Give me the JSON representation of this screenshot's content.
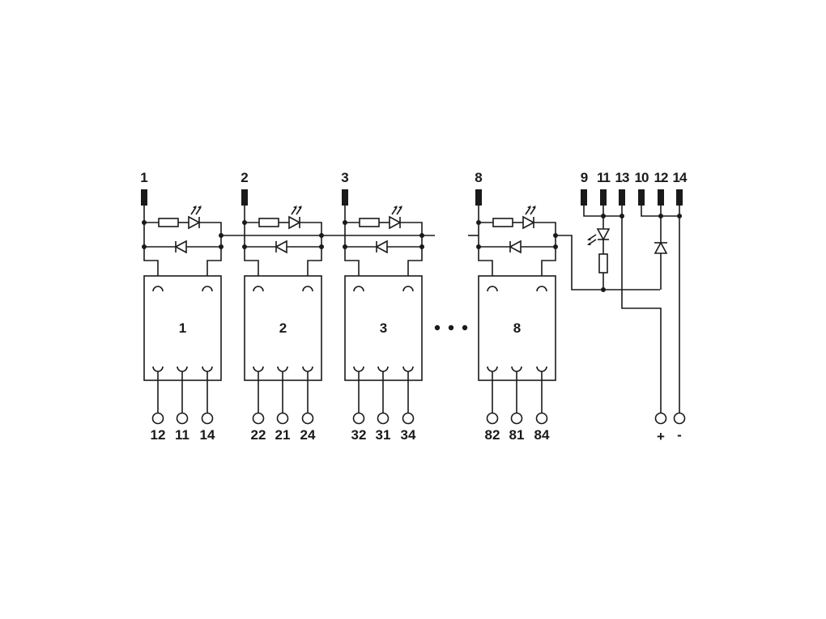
{
  "colors": {
    "line": "#1a1a1a",
    "background": "#ffffff"
  },
  "modules": [
    {
      "input_label": "1",
      "relay_number": "1",
      "outputs": [
        "12",
        "11",
        "14"
      ]
    },
    {
      "input_label": "2",
      "relay_number": "2",
      "outputs": [
        "22",
        "21",
        "24"
      ]
    },
    {
      "input_label": "3",
      "relay_number": "3",
      "outputs": [
        "32",
        "31",
        "34"
      ]
    },
    {
      "input_label": "8",
      "relay_number": "8",
      "outputs": [
        "82",
        "81",
        "84"
      ]
    }
  ],
  "right_terminals": [
    "9",
    "11",
    "13",
    "10",
    "12",
    "14"
  ],
  "supply": {
    "plus": "+",
    "minus": "-"
  },
  "ellipsis_icon": "three-dots"
}
